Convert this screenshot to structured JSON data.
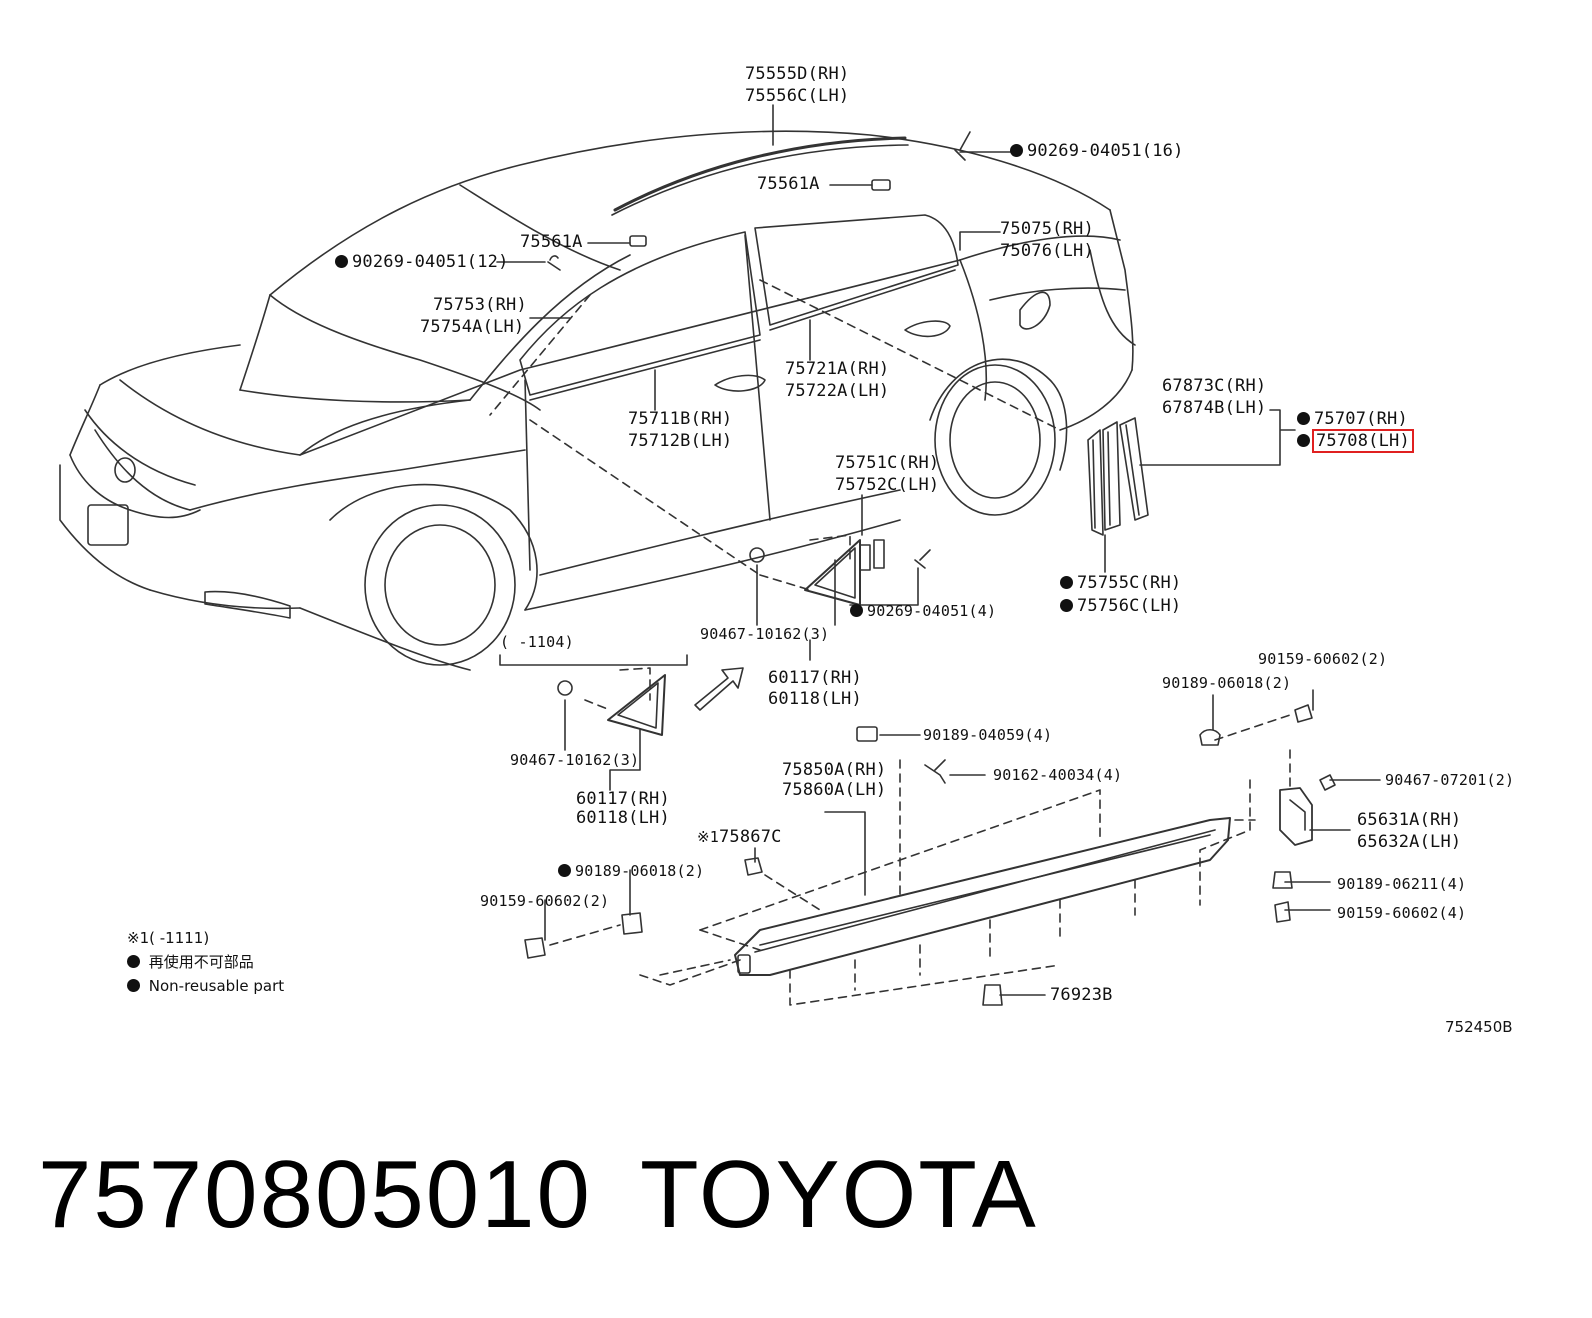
{
  "labels": {
    "p75555d": "75555D(RH)",
    "p75556c": "75556C(LH)",
    "p90269_16": "90269-04051(16)",
    "p75561a_top": "75561A",
    "p75561a_left": "75561A",
    "p90269_12": "90269-04051(12)",
    "p75075": "75075(RH)",
    "p75076": "75076(LH)",
    "p75753": "75753(RH)",
    "p75754a": "75754A(LH)",
    "p75721a": "75721A(RH)",
    "p75722a": "75722A(LH)",
    "p75711b": "75711B(RH)",
    "p75712b": "75712B(LH)",
    "p67873c": "67873C(RH)",
    "p67874b": "67874B(LH)",
    "p75707": "75707(RH)",
    "p75708": "75708(LH)",
    "p75751c": "75751C(RH)",
    "p75752c": "75752C(LH)",
    "p75755c": "75755C(RH)",
    "p75756c": "75756C(LH)",
    "p90269_4": "90269-04051(4)",
    "p90467_10162_a": "90467-10162(3)",
    "p60117_a": "60117(RH)",
    "p60118_a": "60118(LH)",
    "p1104": "(    -1104)",
    "p90467_10162_b": "90467-10162(3)",
    "p60117_b": "60117(RH)",
    "p60118_b": "60118(LH)",
    "p90159_60602_top": "90159-60602(2)",
    "p90189_06018_top": "90189-06018(2)",
    "p90189_04059": "90189-04059(4)",
    "p90162_40034": "90162-40034(4)",
    "p90467_07201": "90467-07201(2)",
    "p75850a": "75850A(RH)",
    "p75860a": "75860A(LH)",
    "p65631a": "65631A(RH)",
    "p65632a": "65632A(LH)",
    "p75867c": "75867C",
    "p75867c_mark": "※1",
    "p90189_06018_bot": "90189-06018(2)",
    "p90159_60602_bot": "90159-60602(2)",
    "p90189_06211": "90189-06211(4)",
    "p90159_60602_4": "90159-60602(4)",
    "p76923b": "76923B"
  },
  "legend": {
    "note1": "※1(    -1111)",
    "jp": "再使用不可部品",
    "en": "Non-reusable part"
  },
  "ref_code": "752450B",
  "footer": {
    "part_number": "7570805010",
    "brand": "TOYOTA"
  },
  "colors": {
    "line": "#333333",
    "highlight": "#e02020"
  }
}
